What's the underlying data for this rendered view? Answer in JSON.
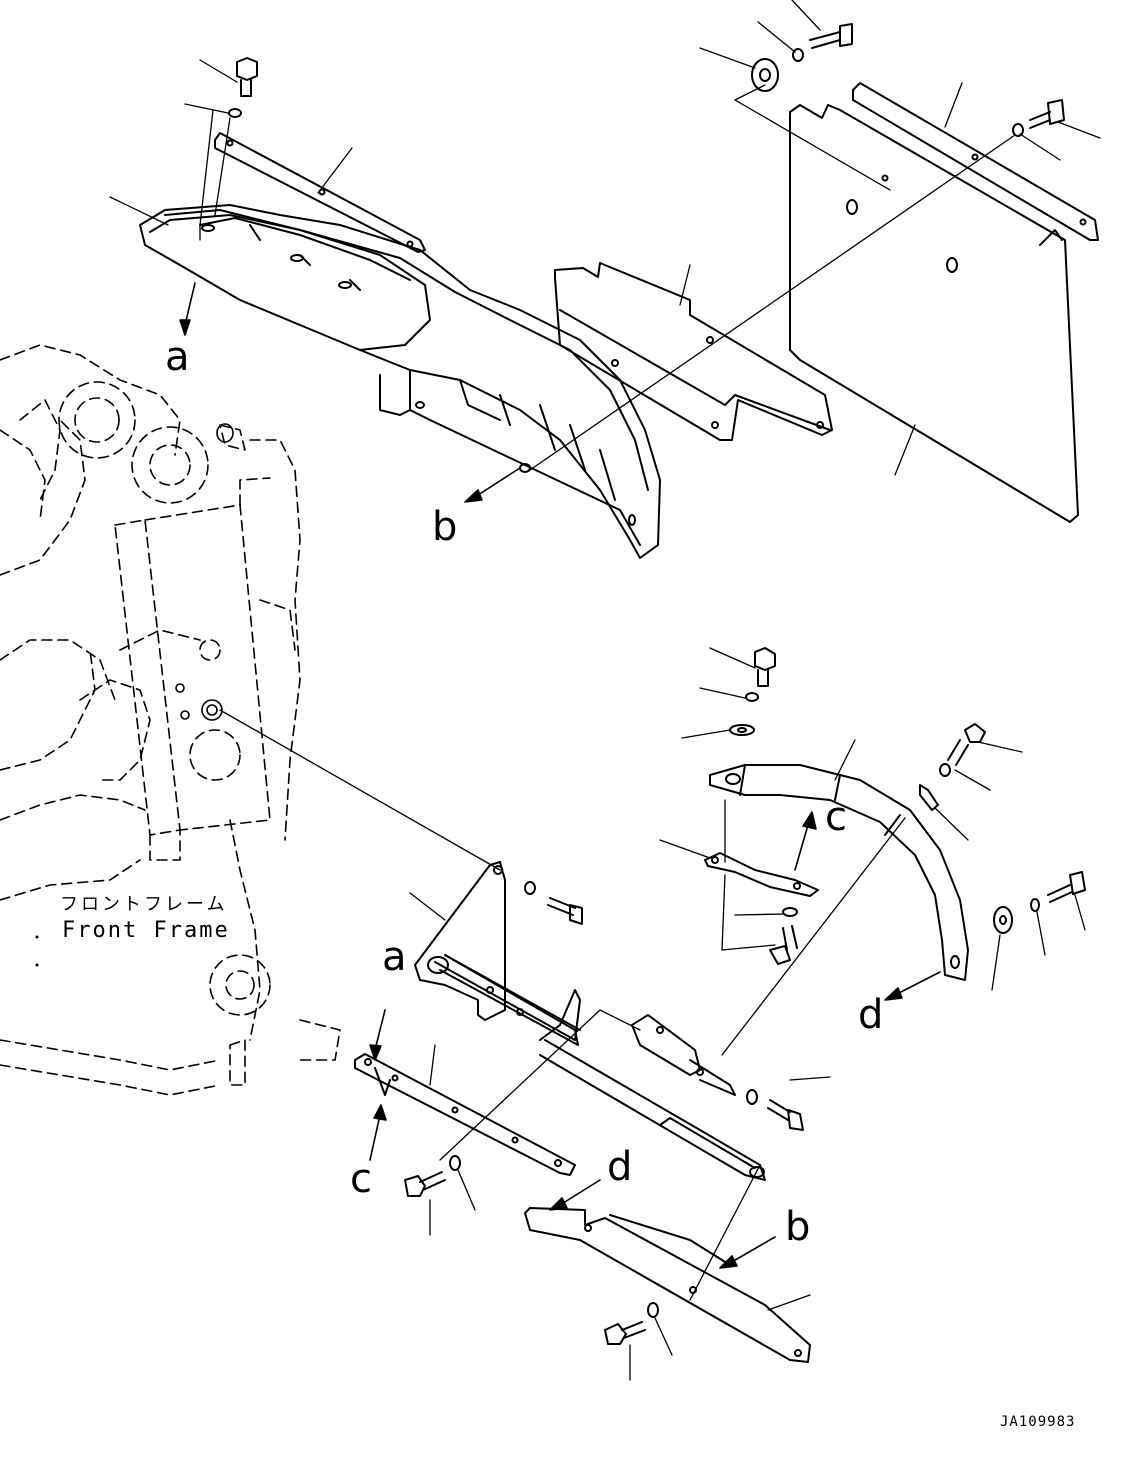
{
  "drawing": {
    "frame_label_jp": "フロントフレーム",
    "frame_label_en": "Front Frame",
    "drawing_number": "JA109983"
  },
  "reference_letters": {
    "a_top": "a",
    "b_top": "b",
    "c_right": "c",
    "d_right": "d",
    "a_bottom": "a",
    "c_bottom": "c",
    "d_bottom": "d",
    "b_bottom": "b"
  }
}
